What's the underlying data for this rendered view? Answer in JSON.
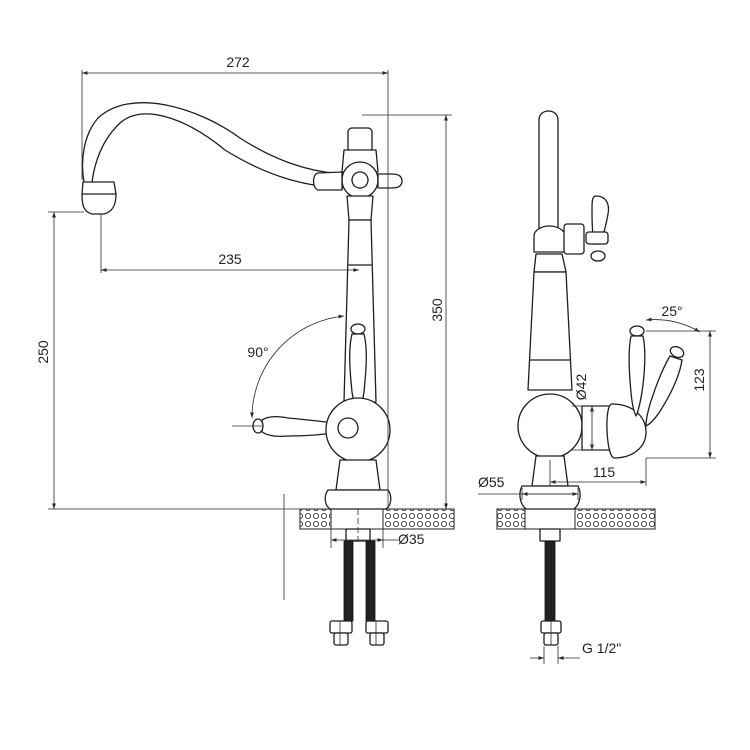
{
  "dimensions": {
    "overall_width": "272",
    "spout_reach": "235",
    "overall_height": "350",
    "spout_height": "250",
    "lever_rotation": "90°",
    "tilt_angle": "25°",
    "body_diameter": "Ø42",
    "lever_height": "123",
    "lever_reach": "115",
    "base_diameter": "Ø55",
    "hole_diameter": "Ø35",
    "thread": "G 1/2\""
  },
  "colors": {
    "line": "#1e1e1e",
    "background": "#ffffff",
    "hose": "#222222"
  }
}
